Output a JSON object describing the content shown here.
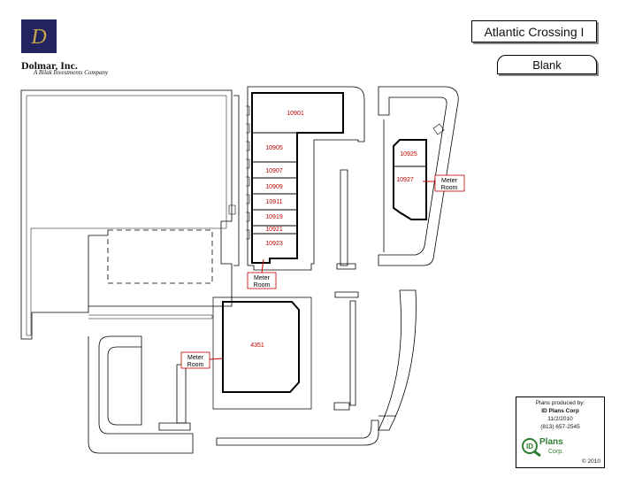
{
  "company": {
    "name": "Dolmar, Inc.",
    "tagline": "A Bilak Investments Company",
    "logo_letter": "D"
  },
  "property": {
    "title": "Atlantic Crossing I",
    "subtitle": "Blank"
  },
  "units": [
    {
      "id": "10901",
      "label": "10901"
    },
    {
      "id": "10905",
      "label": "10905"
    },
    {
      "id": "10907",
      "label": "10907"
    },
    {
      "id": "10909",
      "label": "10909"
    },
    {
      "id": "10911",
      "label": "10911"
    },
    {
      "id": "10919",
      "label": "10919"
    },
    {
      "id": "10921",
      "label": "10921"
    },
    {
      "id": "10923",
      "label": "10923"
    },
    {
      "id": "10925",
      "label": "10925"
    },
    {
      "id": "10927",
      "label": "10927"
    },
    {
      "id": "4351",
      "label": "4351"
    }
  ],
  "meter_rooms": [
    {
      "line1": "Meter",
      "line2": "Room"
    },
    {
      "line1": "Meter",
      "line2": "Room"
    },
    {
      "line1": "Meter",
      "line2": "Room"
    }
  ],
  "credits": {
    "produced_by": "Plans produced by:",
    "firm": "ID Plans Corp",
    "date": "11/2/2010",
    "phone": "(813) 657-2545",
    "logo_id": "ID",
    "logo_plans": "Plans",
    "logo_corp": "Corp.",
    "copyright": "© 2010"
  },
  "colors": {
    "unit_text": "#c00000",
    "logo_bg": "#23235f",
    "logo_gold": "#c9a94b",
    "credit_green": "#2e7d32"
  }
}
